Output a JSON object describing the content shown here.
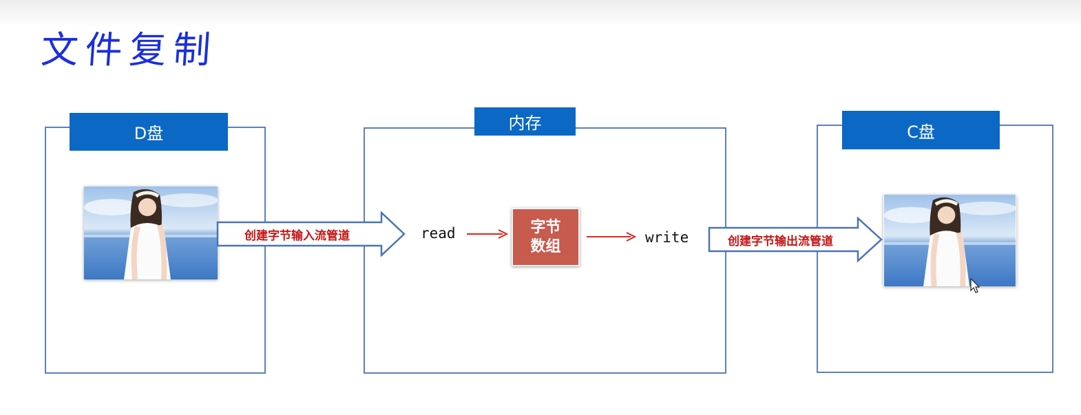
{
  "title": "文件复制",
  "panels": {
    "d_drive": {
      "label": "D盘"
    },
    "memory": {
      "label": "内存"
    },
    "c_drive": {
      "label": "C盘"
    }
  },
  "flow": {
    "input_pipe": "创建字节输入流管道",
    "read": "read",
    "byte_array_line1": "字节",
    "byte_array_line2": "数组",
    "write": "write",
    "output_pipe": "创建字节输出流管道"
  },
  "colors": {
    "title": "#1a2ee0",
    "tab": "#0b68c5",
    "panel_border": "#5a7fbf",
    "byte_box": "#c65b4e",
    "pipe_text": "#c31616",
    "arrow_red": "#e0261b"
  },
  "icons": {
    "photo": "photo-of-girl-by-sea",
    "cursor": "mouse-pointer-icon"
  }
}
